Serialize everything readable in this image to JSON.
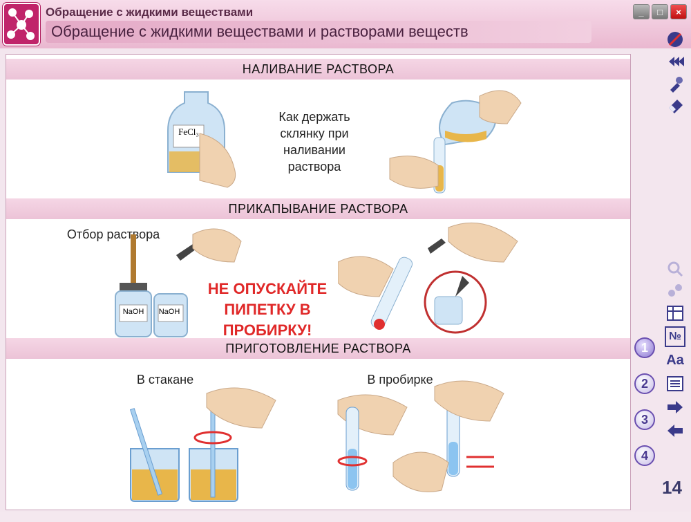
{
  "window": {
    "title_small": "Обращение с жидкими веществами",
    "title_big": "Обращение с жидкими веществами и растворами веществ",
    "buttons": [
      "_",
      "□",
      "×"
    ]
  },
  "sections": {
    "pouring": {
      "header": "НАЛИВАНИЕ РАСТВОРА",
      "flask_label": "FeCl₃",
      "instruction": "Как держать склянку при наливании раствора"
    },
    "dropping": {
      "header": "ПРИКАПЫВАНИЕ РАСТВОРА",
      "sampling_label": "Отбор раствора",
      "bottle_label_1": "NaOH",
      "bottle_label_2": "NaOH",
      "warning": "НЕ ОПУСКАЙТЕ ПИПЕТКУ В ПРОБИРКУ!"
    },
    "preparing": {
      "header": "ПРИГОТОВЛЕНИЕ РАСТВОРА",
      "in_beaker": "В стакане",
      "in_tube": "В пробирке"
    }
  },
  "sidebar": {
    "icons": [
      "no-smoking-icon",
      "rewind-icon",
      "flashlight-icon",
      "eraser-icon",
      "magnifier-icon",
      "molecule-icon",
      "table-icon",
      "number-icon",
      "font-icon",
      "list-icon",
      "arrow-right-icon",
      "arrow-left-icon"
    ],
    "number_label": "№",
    "font_label": "Aa",
    "steps": [
      "1",
      "2",
      "3",
      "4"
    ],
    "active_step": "1",
    "page_number": "14"
  },
  "colors": {
    "accent": "#c0246a",
    "band": "#f0cadc",
    "warning": "#e02828",
    "liquid": "#e8b64a"
  }
}
